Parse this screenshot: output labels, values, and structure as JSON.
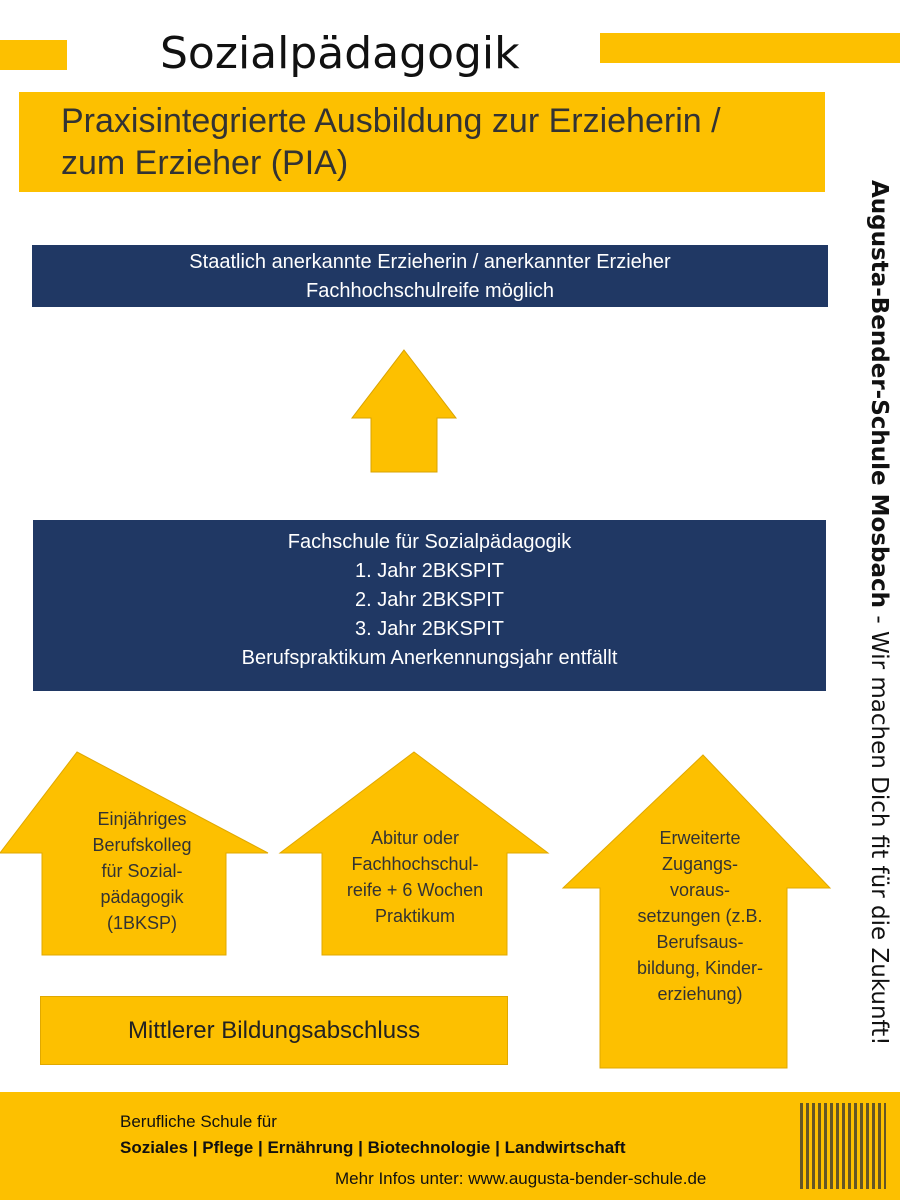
{
  "header": {
    "title": "Sozialpädagogik",
    "subtitle_line1": "Praxisintegrierte Ausbildung zur Erzieherin /",
    "subtitle_line2": "zum Erzieher (PIA)"
  },
  "side_text": {
    "bold": "Augusta-Bender-Schule Mosbach",
    "rest": " - Wir machen Dich fit für die Zukunft!"
  },
  "goal": {
    "line1": "Staatlich anerkannte Erzieherin / anerkannter Erzieher",
    "line2": "Fachhochschulreife möglich"
  },
  "school": {
    "lines": [
      "Fachschule für Sozialpädagogik",
      "1. Jahr 2BKSPIT",
      "2. Jahr 2BKSPIT",
      "3. Jahr 2BKSPIT",
      "Berufspraktikum Anerkennungsjahr entfällt"
    ]
  },
  "entries": [
    {
      "lines": [
        "Einjähriges",
        "Berufskolleg",
        "für Sozial-",
        "pädagogik",
        "(1BKSP)"
      ]
    },
    {
      "lines": [
        "Abitur oder",
        "Fachhochschul-",
        "reife + 6 Wochen",
        "Praktikum"
      ]
    },
    {
      "lines": [
        "Erweiterte",
        "Zugangs-",
        "voraus-",
        "setzungen (z.B.",
        "Berufsaus-",
        "bildung, Kinder-",
        "erziehung)"
      ]
    }
  ],
  "base": "Mittlerer Bildungsabschluss",
  "footer": {
    "line1": "Berufliche Schule für",
    "line2": "Soziales | Pflege | Ernährung | Biotechnologie | Landwirtschaft",
    "line3": "Mehr Infos unter: www.augusta-bender-schule.de"
  },
  "colors": {
    "yellow": "#FDC000",
    "navy": "#203864"
  }
}
